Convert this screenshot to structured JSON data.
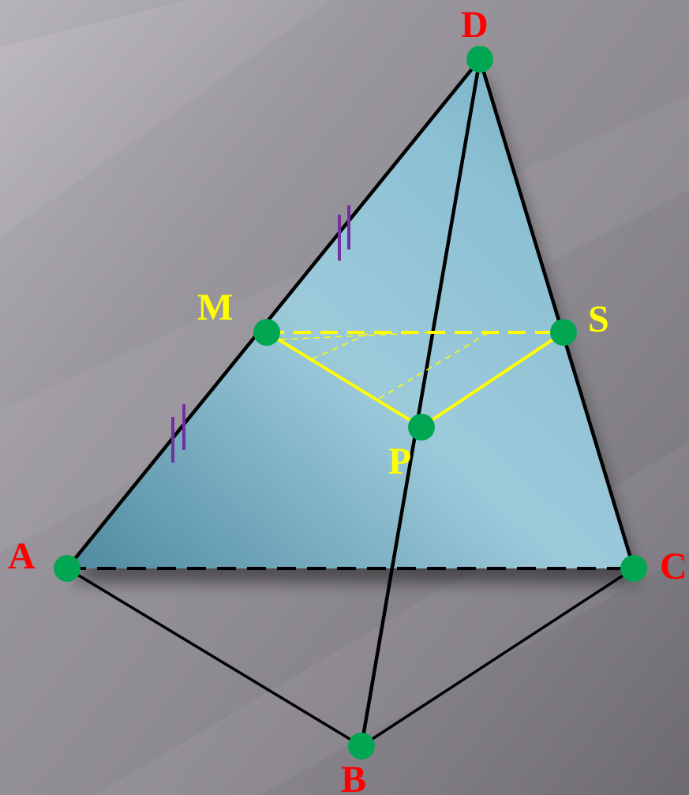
{
  "diagram": {
    "title": "",
    "vertices": {
      "D": "D",
      "A": "A",
      "B": "B",
      "C": "C"
    },
    "midpoints": {
      "M": "M",
      "S": "S",
      "P": "P"
    },
    "colors": {
      "face": "#8fc1d4",
      "face_dark": "#5f9bb0",
      "edge": "#000000",
      "section": "#ffff00",
      "point": "#00a651",
      "vertex_label": "#ff0000",
      "midpoint_label": "#ffff00",
      "tick_mark": "#7030a0"
    }
  }
}
